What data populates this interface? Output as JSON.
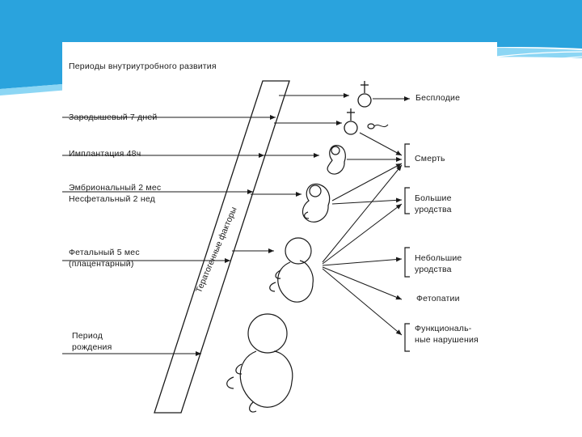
{
  "colors": {
    "band_dark": "#1a9ad6",
    "band_light": "#5fc4ee",
    "ink": "#1a1a1a"
  },
  "figure": {
    "title": "Периоды внутриутробного развития",
    "periods": [
      {
        "id": "zygote",
        "text": "Зародышевый 7 дней"
      },
      {
        "id": "implant",
        "text": "Имплантация 48ч"
      },
      {
        "id": "embryonic",
        "text": "Эмбриональный 2 мес"
      },
      {
        "id": "nonfetal",
        "text": "Несфетальный  2 нед"
      },
      {
        "id": "fetal",
        "text": "Фетальный   5 мес"
      },
      {
        "id": "placental",
        "text": "(плацентарный)"
      },
      {
        "id": "birth1",
        "text": "Период"
      },
      {
        "id": "birth2",
        "text": "рождения"
      }
    ],
    "band_label": "Тератогенные факторы",
    "outcomes": [
      {
        "id": "infertility",
        "text": "Бесплодие"
      },
      {
        "id": "death",
        "text": "Смерть"
      },
      {
        "id": "major1",
        "text": "Большие"
      },
      {
        "id": "major2",
        "text": "уродства"
      },
      {
        "id": "minor1",
        "text": "Небольшие"
      },
      {
        "id": "minor2",
        "text": "уродства"
      },
      {
        "id": "fetopathy",
        "text": "Фетопатии"
      },
      {
        "id": "functional1",
        "text": "Функциональ-"
      },
      {
        "id": "functional2",
        "text": "ные нарушения"
      }
    ],
    "icons": [
      "dagger-circle-icon",
      "dagger-circle-sperm-icon",
      "embryo-small-icon",
      "embryo-medium-icon",
      "fetus-icon",
      "fetus-large-icon"
    ]
  }
}
